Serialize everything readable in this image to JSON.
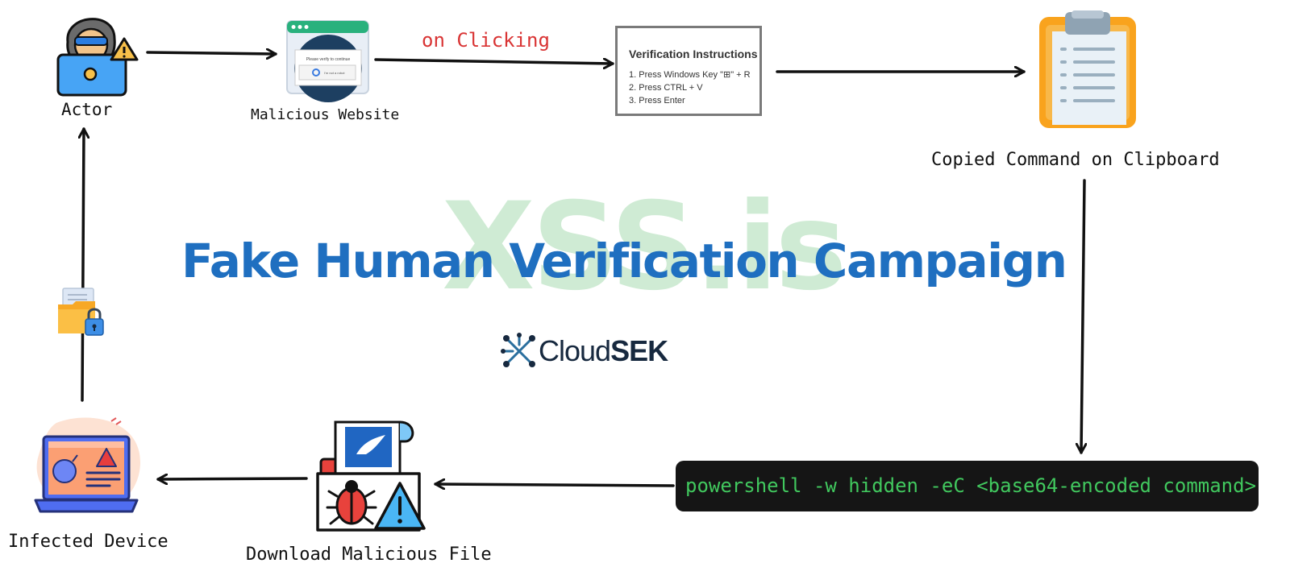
{
  "watermark": "XSS.is",
  "title": "Fake Human Verification Campaign",
  "brand": {
    "light": "Cloud",
    "bold": "SEK"
  },
  "nodes": {
    "actor": "Actor",
    "malicious_website": "Malicious Website",
    "clipboard": "Copied Command on Clipboard",
    "infected_device": "Infected Device",
    "download_file": "Download Malicious File"
  },
  "edge_label": "on Clicking",
  "website_popup": {
    "text": "Please verify to continue",
    "checkbox": "I'm not a robot"
  },
  "verification": {
    "title": "Verification Instructions",
    "steps": [
      "1. Press Windows Key \"⊞\" + R",
      "2. Press CTRL + V",
      "3. Press Enter"
    ]
  },
  "command": "powershell -w hidden -eC <base64-encoded command>",
  "colors": {
    "title": "#1f6fc0",
    "watermark": "#bfe5c6",
    "edge_label": "#d93434",
    "command_text": "#41c85e",
    "command_bg": "#151515"
  }
}
